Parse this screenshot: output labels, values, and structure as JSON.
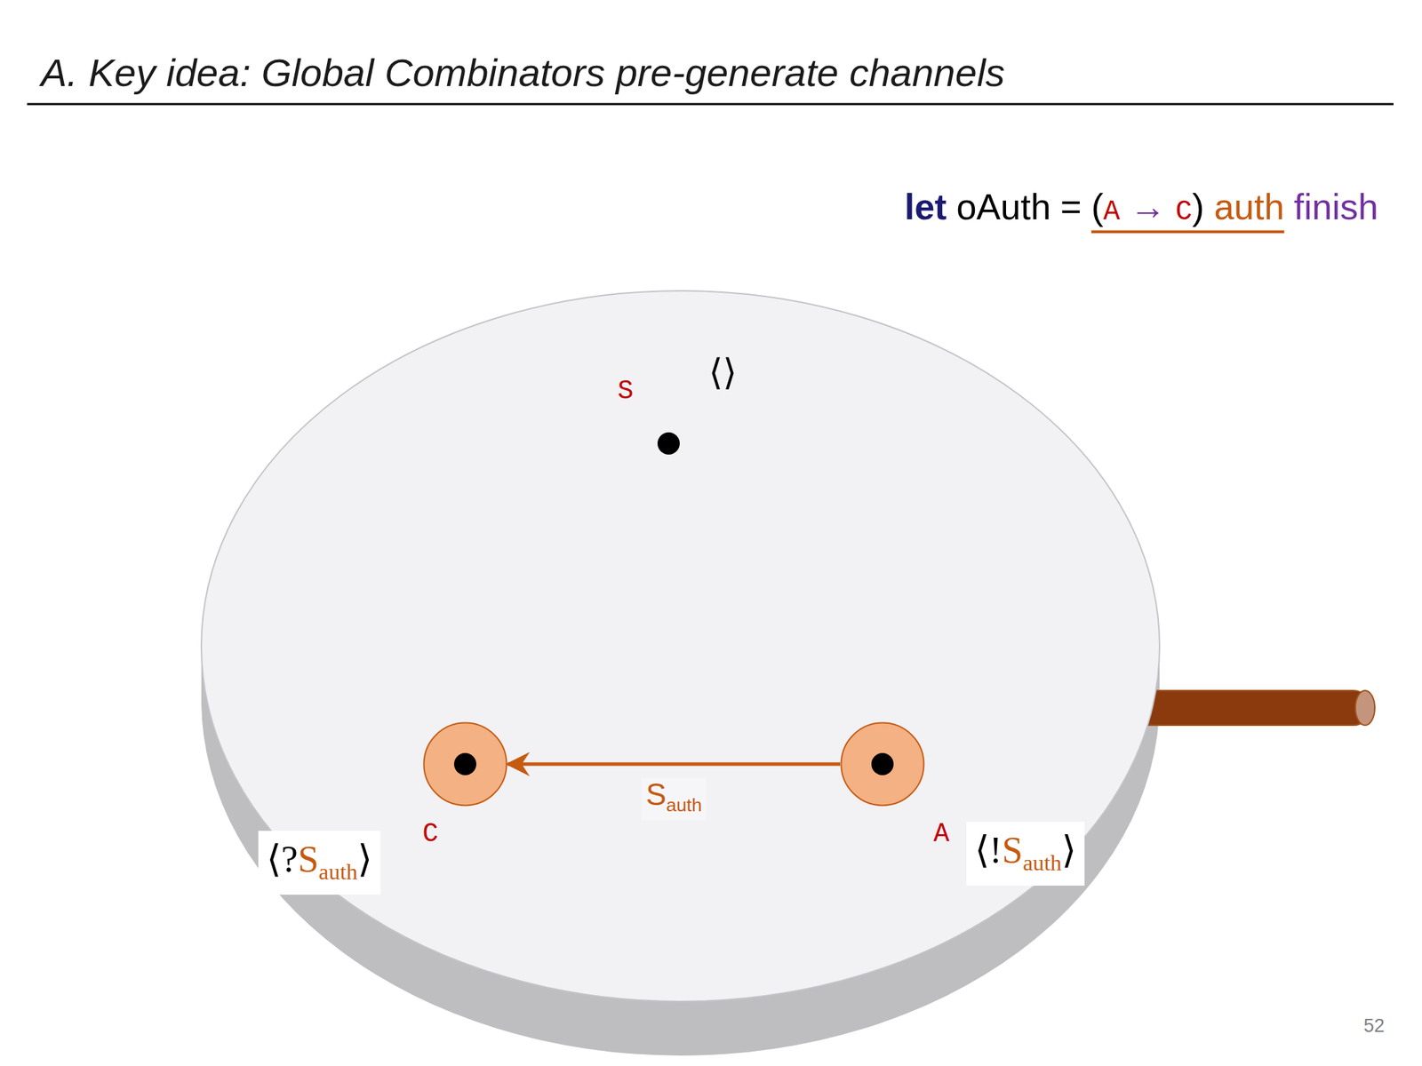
{
  "diagram": {
    "title": "A. Key idea: Global Combinators pre-generate channels",
    "nodes": [
      {
        "text": [
          "S",
          "⟨⟩"
        ]
      },
      {
        "text": [
          "C",
          "⟨?Sauth⟩"
        ]
      },
      {
        "text": [
          "A",
          "⟨!Sauth⟩"
        ]
      }
    ],
    "edges": [
      {
        "from": 2,
        "to": 1,
        "arrow": "to",
        "label": "Sauth"
      }
    ],
    "labels": [
      "let",
      "oAuth",
      "=",
      "(",
      "A",
      "→",
      "C",
      ")",
      "auth",
      "finish",
      "52"
    ]
  }
}
